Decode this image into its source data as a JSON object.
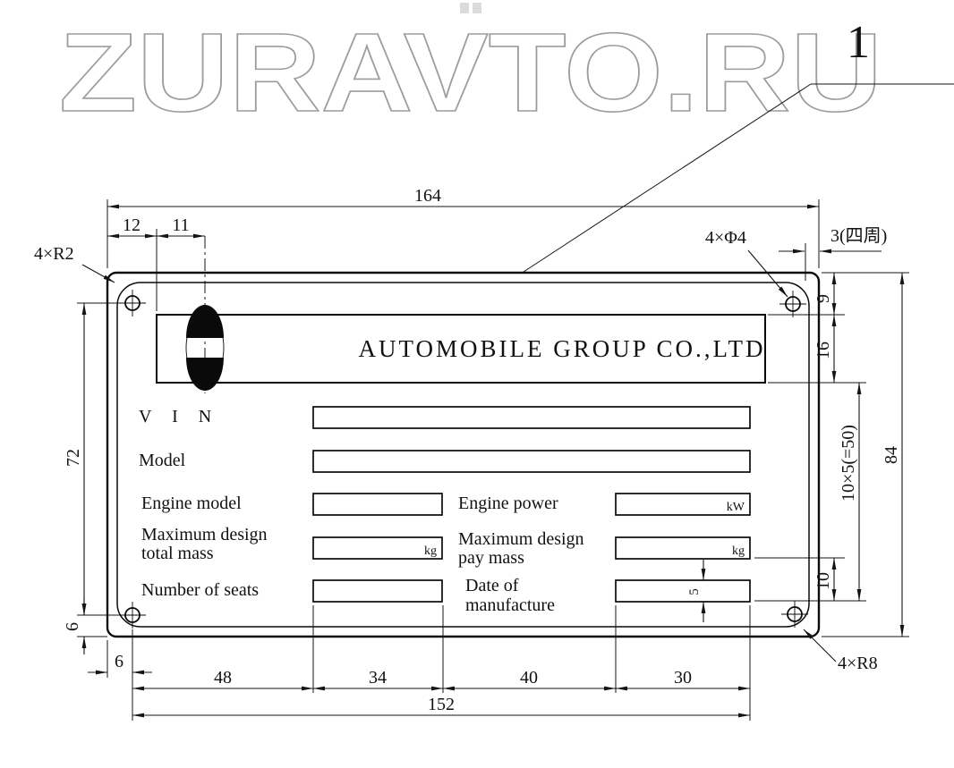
{
  "watermark": {
    "text": "ZURAVTO.RU"
  },
  "callout": {
    "number": "1"
  },
  "plate": {
    "company": "AUTOMOBILE GROUP CO.,LTD",
    "labels": {
      "vin": "V I N",
      "model": "Model",
      "engine_model": "Engine model",
      "engine_power": "Engine power",
      "max_total_1": "Maximum design",
      "max_total_2": "total mass",
      "max_pay_1": "Maximum design",
      "max_pay_2": "pay mass",
      "seats": "Number of seats",
      "date_1": "Date of",
      "date_2": "manufacture"
    },
    "units": {
      "kw": "kW",
      "kg": "kg"
    }
  },
  "dims": {
    "width_total": "164",
    "d12": "12",
    "d11": "11",
    "r2": "4×R2",
    "holes": "4×Φ4",
    "border": "3(四周)",
    "d9": "9",
    "d16": "16",
    "height_total": "84",
    "rows": "10×5(=50)",
    "d10": "10",
    "d5": "5",
    "d72": "72",
    "d6_left": "6",
    "d6_bottom": "6",
    "d48": "48",
    "d34": "34",
    "d40": "40",
    "d30": "30",
    "width_inner": "152",
    "r8": "4×R8"
  }
}
